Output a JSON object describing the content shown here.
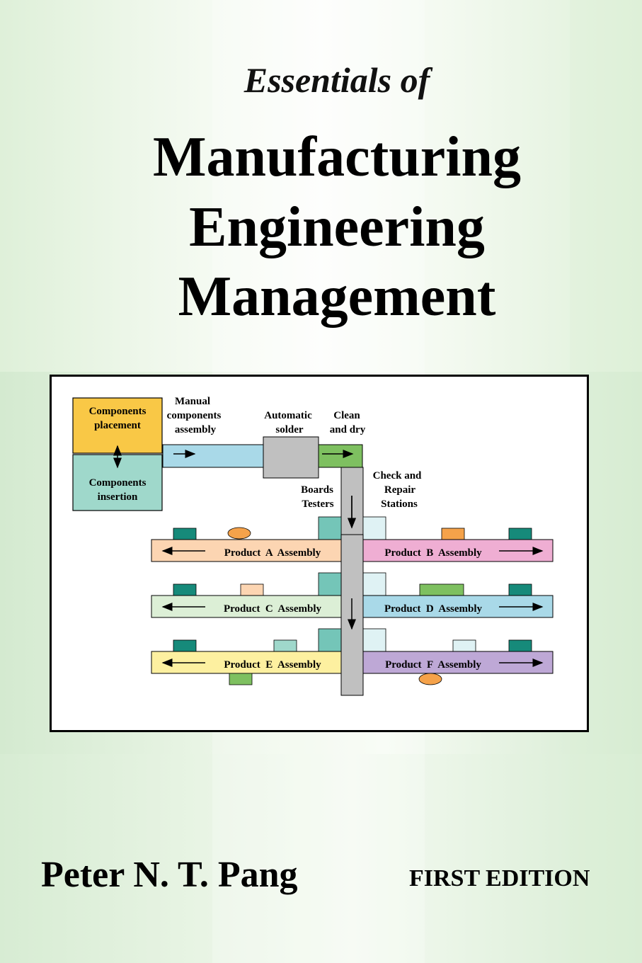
{
  "cover": {
    "subtitle": "Essentials of",
    "title_lines": [
      "Manufacturing",
      "Engineering",
      "Management"
    ],
    "author": "Peter N. T. Pang",
    "edition": "FIRST EDITION"
  },
  "diagram": {
    "components_placement": [
      "Components",
      "placement"
    ],
    "components_insertion": [
      "Components",
      "insertion"
    ],
    "manual_assembly": [
      "Manual",
      "components",
      "assembly"
    ],
    "automatic_solder": [
      "Automatic",
      "solder"
    ],
    "clean_dry": [
      "Clean",
      "and dry"
    ],
    "boards_testers": [
      "Boards",
      "Testers"
    ],
    "check_repair": [
      "Check and",
      "Repair",
      "Stations"
    ],
    "lines": [
      {
        "left": "Product  A  Assembly",
        "right": "Product  B  Assembly"
      },
      {
        "left": "Product  C  Assembly",
        "right": "Product  D  Assembly"
      },
      {
        "left": "Product  E  Assembly",
        "right": "Product  F  Assembly"
      }
    ]
  },
  "colors": {
    "placement": "#f9c846",
    "insertion": "#9fd8cb",
    "conveyor_blue": "#a9d9e8",
    "solder_gray": "#c0c0c0",
    "clean_green": "#7ec060",
    "teal_dark": "#168a7a",
    "teal_mid": "#74c5b8",
    "product_a": "#fcd5b2",
    "product_b": "#efaed3",
    "product_c": "#dcefd6",
    "product_d": "#a9d9e8",
    "product_e": "#fdf0a0",
    "product_f": "#bea8d6",
    "orange": "#f5a24a"
  }
}
